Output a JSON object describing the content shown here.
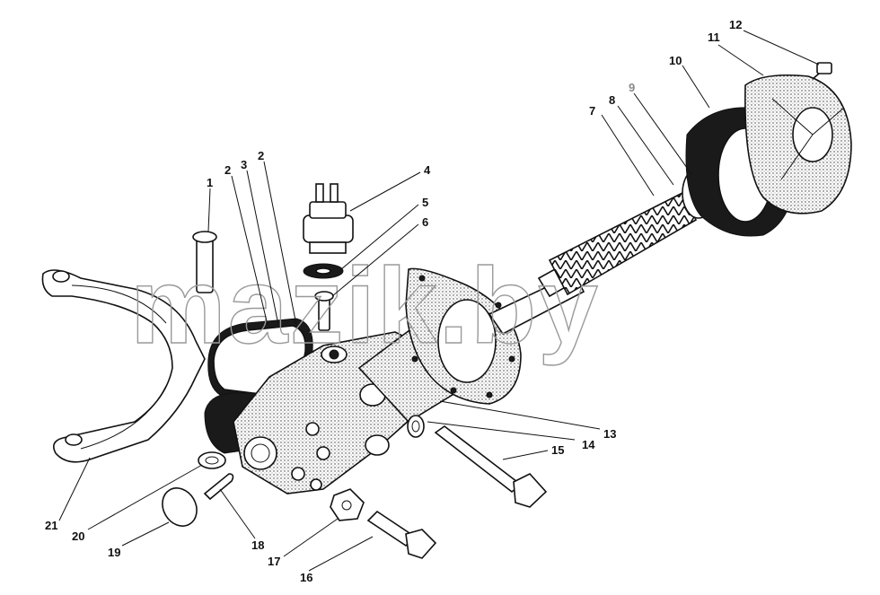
{
  "watermark": "mazik.by",
  "callouts": [
    {
      "id": "1",
      "label": "1"
    },
    {
      "id": "2a",
      "label": "2"
    },
    {
      "id": "3",
      "label": "3"
    },
    {
      "id": "2b",
      "label": "2"
    },
    {
      "id": "4",
      "label": "4"
    },
    {
      "id": "5",
      "label": "5"
    },
    {
      "id": "6",
      "label": "6"
    },
    {
      "id": "7",
      "label": "7"
    },
    {
      "id": "8",
      "label": "8"
    },
    {
      "id": "9",
      "label": "9"
    },
    {
      "id": "10",
      "label": "10"
    },
    {
      "id": "11",
      "label": "11"
    },
    {
      "id": "12",
      "label": "12"
    },
    {
      "id": "13",
      "label": "13"
    },
    {
      "id": "14",
      "label": "14"
    },
    {
      "id": "15",
      "label": "15"
    },
    {
      "id": "16",
      "label": "16"
    },
    {
      "id": "17",
      "label": "17"
    },
    {
      "id": "18",
      "label": "18"
    },
    {
      "id": "19",
      "label": "19"
    },
    {
      "id": "20",
      "label": "20"
    },
    {
      "id": "21",
      "label": "21"
    }
  ],
  "colors": {
    "ink": "#111111",
    "watermark": "#9a9a9a",
    "callout_grey": "#888888"
  }
}
